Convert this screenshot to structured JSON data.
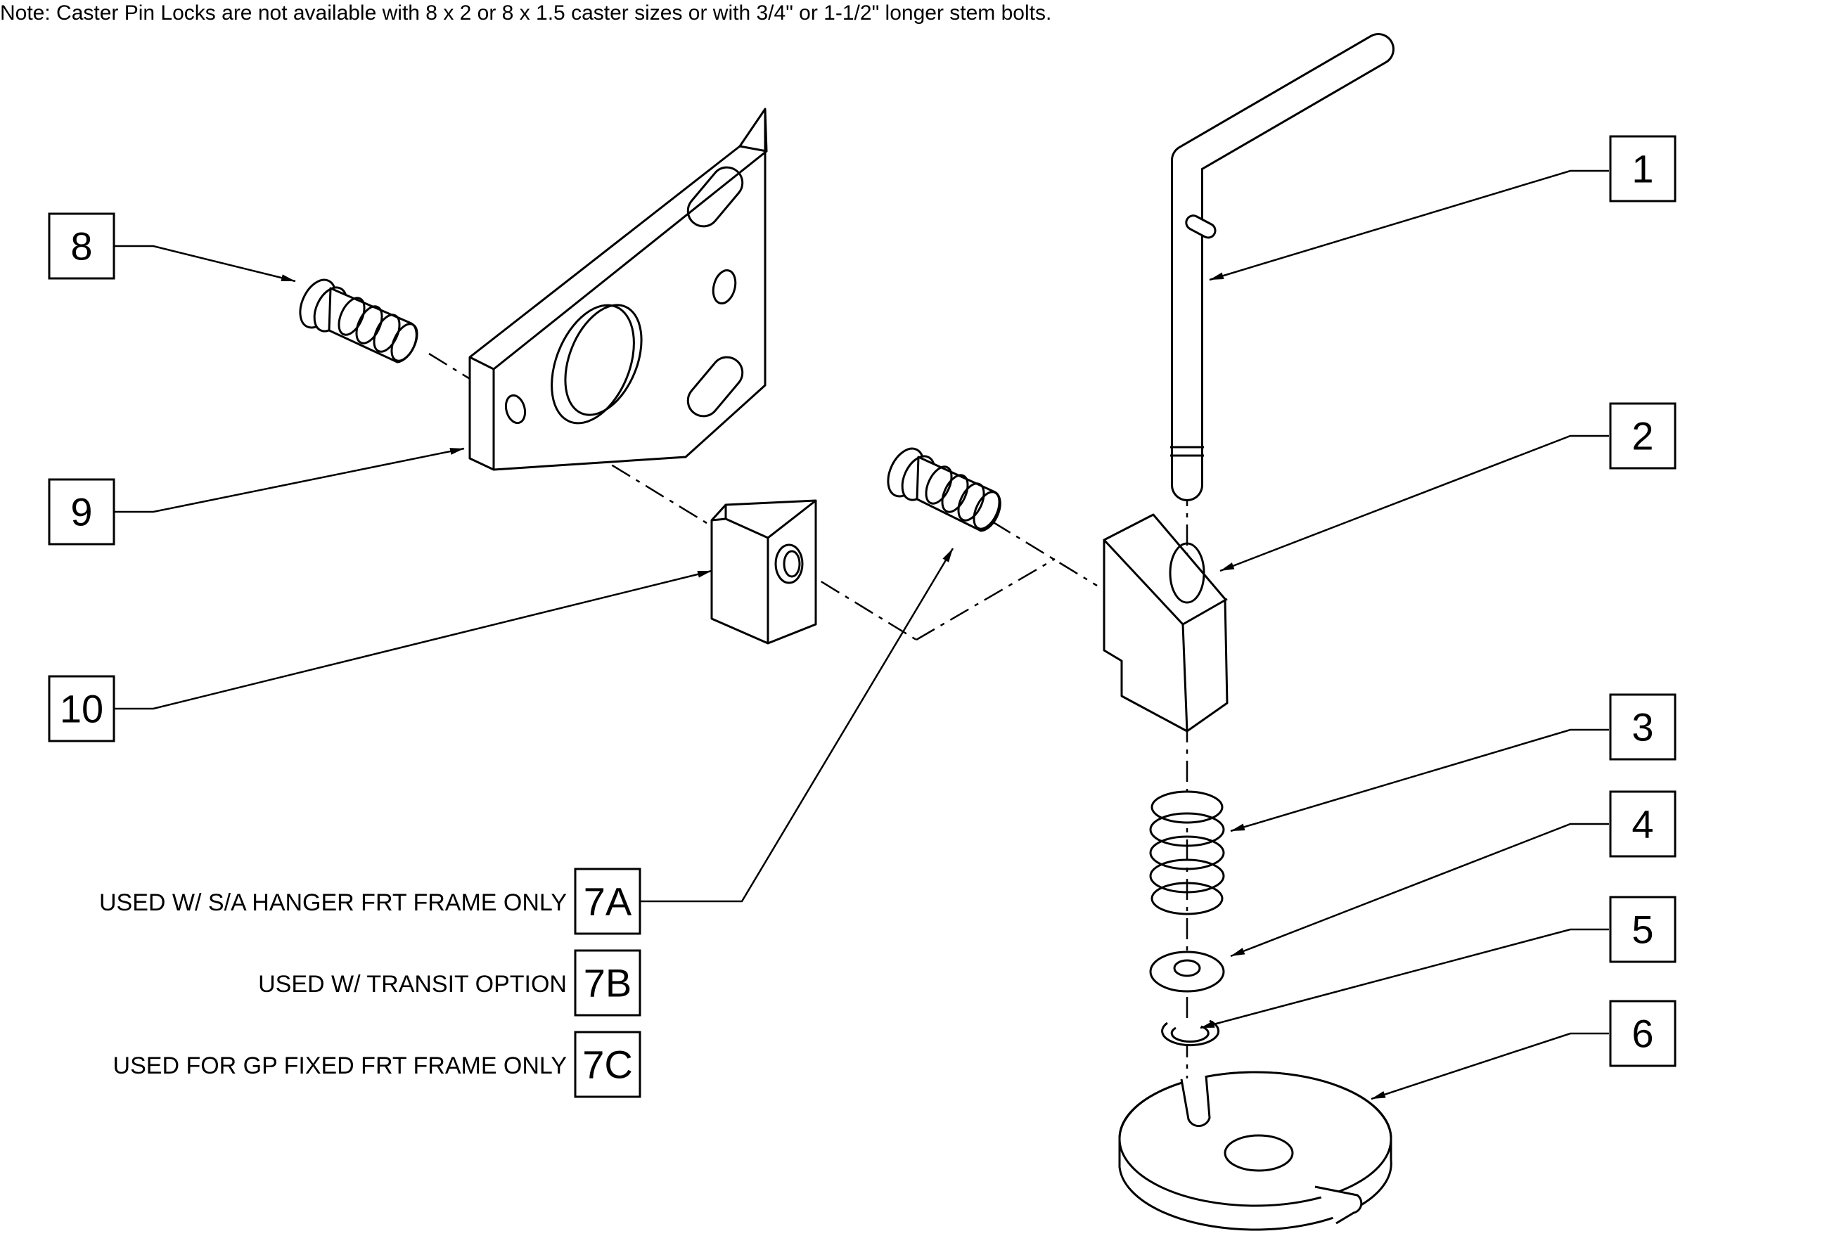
{
  "note": "Note: Caster Pin Locks are not available with 8 x 2 or 8 x 1.5 caster sizes or with 3/4\" or 1-1/2\" longer stem bolts.",
  "callouts": {
    "c1": "1",
    "c2": "2",
    "c3": "3",
    "c4": "4",
    "c5": "5",
    "c6": "6",
    "c7a": "7A",
    "c7b": "7B",
    "c7c": "7C",
    "c8": "8",
    "c9": "9",
    "c10": "10"
  },
  "labels": {
    "l7a": "USED W/ S/A HANGER FRT FRAME ONLY",
    "l7b": "USED W/ TRANSIT OPTION",
    "l7c": "USED FOR GP FIXED FRT FRAME ONLY"
  }
}
